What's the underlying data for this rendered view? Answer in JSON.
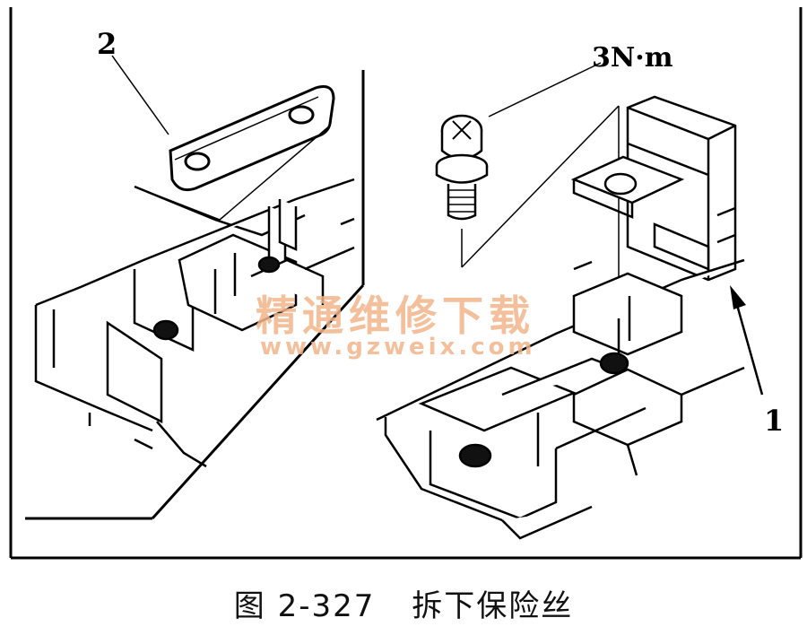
{
  "labels": {
    "part_2": "2",
    "torque": "3N·m",
    "part_1": "1"
  },
  "watermark": {
    "cn": "精通维修下载",
    "url": "www.gzweix.com",
    "color": "#f2b48a"
  },
  "caption": {
    "figure_number": "图 2-327",
    "title": "拆下保险丝"
  }
}
